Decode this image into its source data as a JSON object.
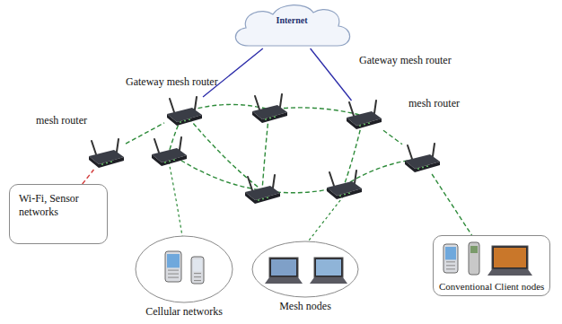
{
  "diagram": {
    "nodes": [
      {
        "text": [
          "Internet"
        ]
      },
      {
        "text": [
          "Gateway mesh router"
        ]
      },
      {
        "text": [
          "Gateway mesh router"
        ]
      },
      {
        "text": [
          "mesh router"
        ]
      },
      {
        "text": [
          "mesh router"
        ]
      },
      {
        "text": [
          "Wi-Fi, Sensor networks"
        ]
      },
      {
        "text": [
          "Cellular networks"
        ]
      },
      {
        "text": [
          "Mesh nodes"
        ]
      },
      {
        "text": [
          "Conventional Client nodes"
        ]
      }
    ],
    "edges": [
      {
        "from": 0,
        "to": 1,
        "arrow": "none"
      },
      {
        "from": 0,
        "to": 2,
        "arrow": "none"
      },
      {
        "from": 3,
        "to": 1,
        "arrow": "none"
      },
      {
        "from": 2,
        "to": 4,
        "arrow": "none"
      },
      {
        "from": 5,
        "to": 3,
        "arrow": "none"
      },
      {
        "from": 4,
        "to": 8,
        "arrow": "none"
      }
    ]
  }
}
